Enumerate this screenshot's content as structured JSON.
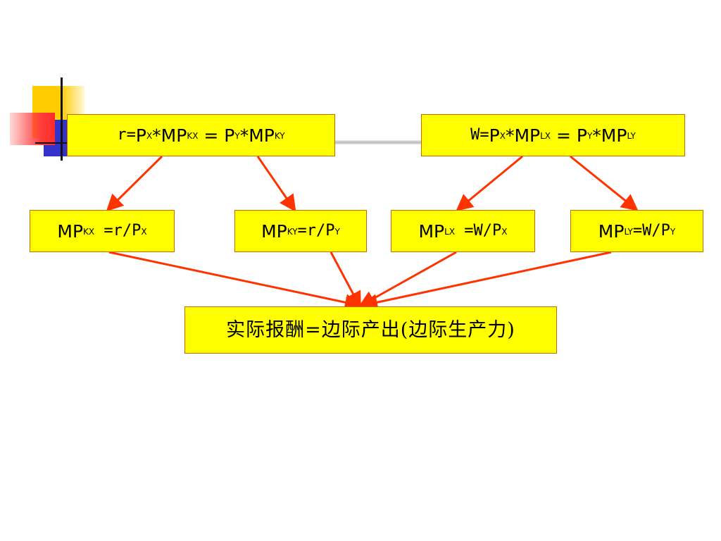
{
  "colors": {
    "box_fill": "#ffff00",
    "box_border": "#cc6600",
    "arrow": "#ff3300"
  },
  "top_left_box": {
    "lhs": "r= ",
    "p1": "P",
    "p1_sub": "X",
    "mult1": "*",
    "mp1": "MP",
    "mp1_sub": "KX",
    "eq": " = ",
    "p2": "P",
    "p2_sub": "Y",
    "mult2": "*",
    "mp2": "MP",
    "mp2_sub": "KY"
  },
  "top_right_box": {
    "lhs": "W= ",
    "p1": "P",
    "p1_sub": "X",
    "mult1": "*",
    "mp1": "MP",
    "mp1_sub": "LX",
    "eq": " = ",
    "p2": "P",
    "p2_sub": "Y",
    "mult2": "*",
    "mp2": "MP",
    "mp2_sub": "LY"
  },
  "middle_boxes": [
    {
      "mp": "MP",
      "mp_sub": "KX",
      "rhs": " =r/P",
      "rhs_sub": "X"
    },
    {
      "mp": "MP",
      "mp_sub": "KY",
      "rhs": "=r/P",
      "rhs_sub": "Y"
    },
    {
      "mp": "MP",
      "mp_sub": "LX",
      "rhs": " =W/P",
      "rhs_sub": "X"
    },
    {
      "mp": "MP",
      "mp_sub": "LY",
      "rhs": "=W/P",
      "rhs_sub": "Y"
    }
  ],
  "result_box": {
    "text": "实际报酬=边际产出(边际生产力)"
  }
}
